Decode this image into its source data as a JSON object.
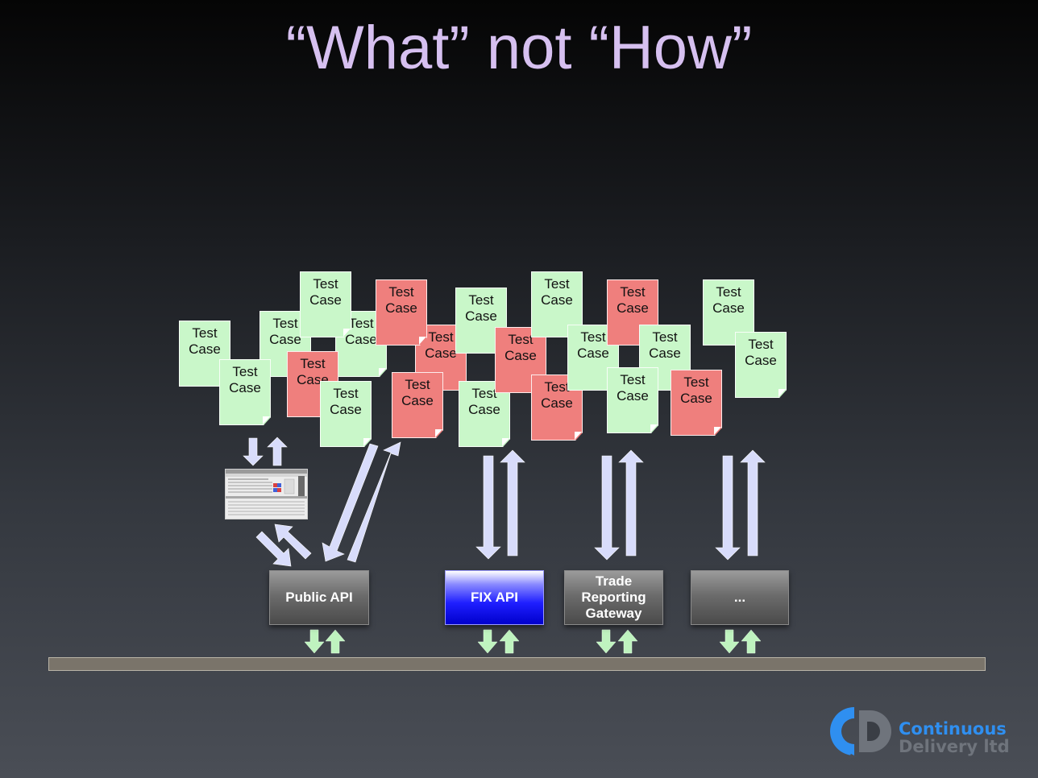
{
  "slide": {
    "title": "“What” not “How”"
  },
  "test_case": {
    "line1": "Test",
    "line2": "Case"
  },
  "test_cases": [
    {
      "id": "tc-1",
      "status": "passing"
    },
    {
      "id": "tc-2",
      "status": "passing"
    },
    {
      "id": "tc-3",
      "status": "passing"
    },
    {
      "id": "tc-4",
      "status": "failing"
    },
    {
      "id": "tc-5",
      "status": "passing"
    },
    {
      "id": "tc-6",
      "status": "passing"
    },
    {
      "id": "tc-7",
      "status": "passing"
    },
    {
      "id": "tc-8",
      "status": "failing"
    },
    {
      "id": "tc-9",
      "status": "failing"
    },
    {
      "id": "tc-10",
      "status": "failing"
    },
    {
      "id": "tc-11",
      "status": "passing"
    },
    {
      "id": "tc-12",
      "status": "passing"
    },
    {
      "id": "tc-13",
      "status": "failing"
    },
    {
      "id": "tc-14",
      "status": "failing"
    },
    {
      "id": "tc-15",
      "status": "passing"
    },
    {
      "id": "tc-16",
      "status": "passing"
    },
    {
      "id": "tc-17",
      "status": "failing"
    },
    {
      "id": "tc-18",
      "status": "passing"
    },
    {
      "id": "tc-19",
      "status": "passing"
    },
    {
      "id": "tc-20",
      "status": "failing"
    },
    {
      "id": "tc-21",
      "status": "passing"
    },
    {
      "id": "tc-22",
      "status": "passing"
    }
  ],
  "gateways": [
    {
      "id": "public-api",
      "label": "Public API",
      "style": "grey"
    },
    {
      "id": "fix-api",
      "label": "FIX API",
      "style": "blue"
    },
    {
      "id": "trade-reporting-gateway",
      "label_lines": [
        "Trade",
        "Reporting",
        "Gateway"
      ],
      "style": "grey"
    },
    {
      "id": "more",
      "label": "...",
      "style": "grey"
    }
  ],
  "logo": {
    "word1": "Continuous",
    "word2": "Delivery ltd"
  },
  "colors": {
    "title": "#d6c0f0",
    "note_passing": "#c9f7c9",
    "note_failing": "#ef7f7d",
    "arrow_test": "#d8dcfb",
    "arrow_bus": "#bff3bf",
    "bus": "#7a746a",
    "gateway_blue": "#1f1fff",
    "logo_blue": "#2f8ff0"
  }
}
